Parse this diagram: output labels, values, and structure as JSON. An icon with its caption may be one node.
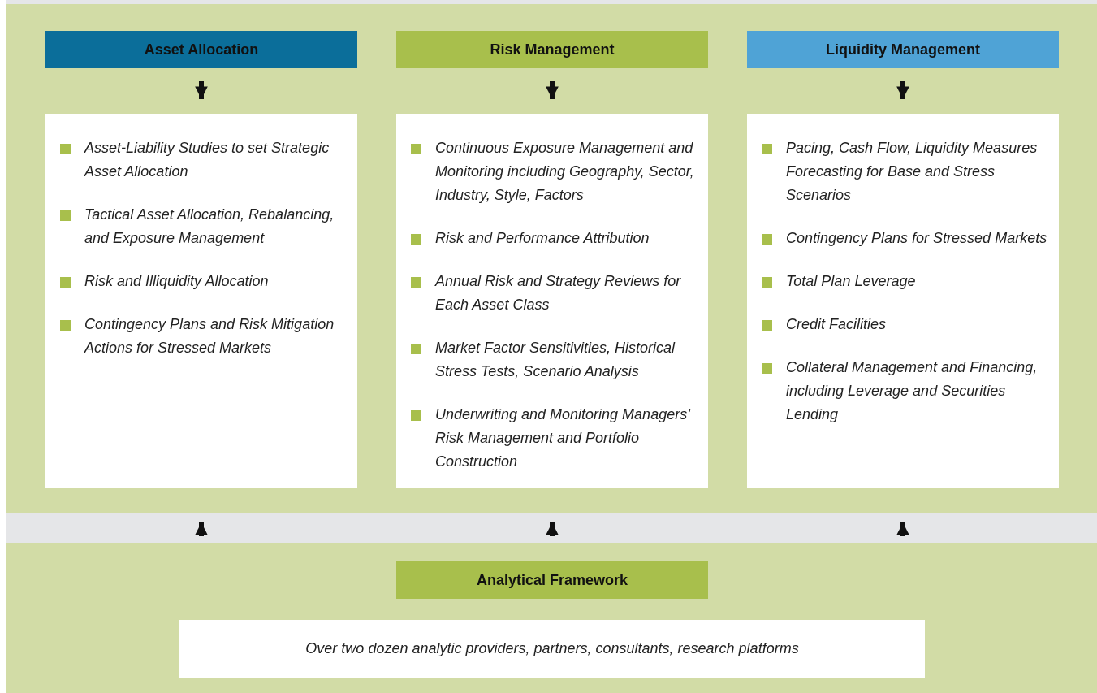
{
  "diagram": {
    "nodes": [
      {
        "text": [],
        "shape": "box"
      },
      {
        "text": [
          "Asset Allocation"
        ],
        "in": 0
      },
      {
        "text": [
          "Risk Management"
        ],
        "in": 0
      },
      {
        "text": [
          "Liquidity Management"
        ],
        "in": 0
      },
      {
        "text": [
          "Asset-Liability Studies to set Strategic Asset Allocation",
          "Tactical Asset Allocation, Rebalancing, and Exposure Management",
          "Risk and Illiquidity Allocation",
          "Contingency Plans and Risk Mitigation Actions for Stressed Markets"
        ],
        "in": 0
      },
      {
        "text": [
          "Continuous Exposure Management and Monitoring including Geography, Sector, Industry, Style, Factors",
          "Risk and Performance Attribution",
          "Annual Risk and Strategy Reviews for Each Asset Class",
          "Market Factor Sensitivities, Historical Stress Tests, Scenario Analysis",
          "Underwriting and Monitoring Managers’ Risk Management and Portfolio Construction"
        ],
        "in": 0
      },
      {
        "text": [
          "Pacing, Cash Flow, Liquidity Measures Forecasting for Base and Stress Scenarios",
          "Contingency Plans for Stressed Markets",
          "Total Plan Leverage",
          "Credit Facilities",
          "Collateral Management and Financing, including Leverage and Securities Lending"
        ],
        "in": 0
      },
      {
        "text": [],
        "shape": "box"
      },
      {
        "text": [
          "Analytical Framework"
        ],
        "in": 7
      },
      {
        "text": [
          "Over two dozen analytic providers, partners, consultants, research platforms"
        ],
        "in": 7
      }
    ],
    "edges": [
      {
        "from": 1,
        "to": 4,
        "arrow": "to"
      },
      {
        "from": 2,
        "to": 5,
        "arrow": "to"
      },
      {
        "from": 3,
        "to": 6,
        "arrow": "to"
      },
      {
        "from": 7,
        "to": 0,
        "arrow": "to"
      },
      {
        "from": 7,
        "to": 0,
        "arrow": "to"
      },
      {
        "from": 7,
        "to": 0,
        "arrow": "to"
      }
    ]
  }
}
